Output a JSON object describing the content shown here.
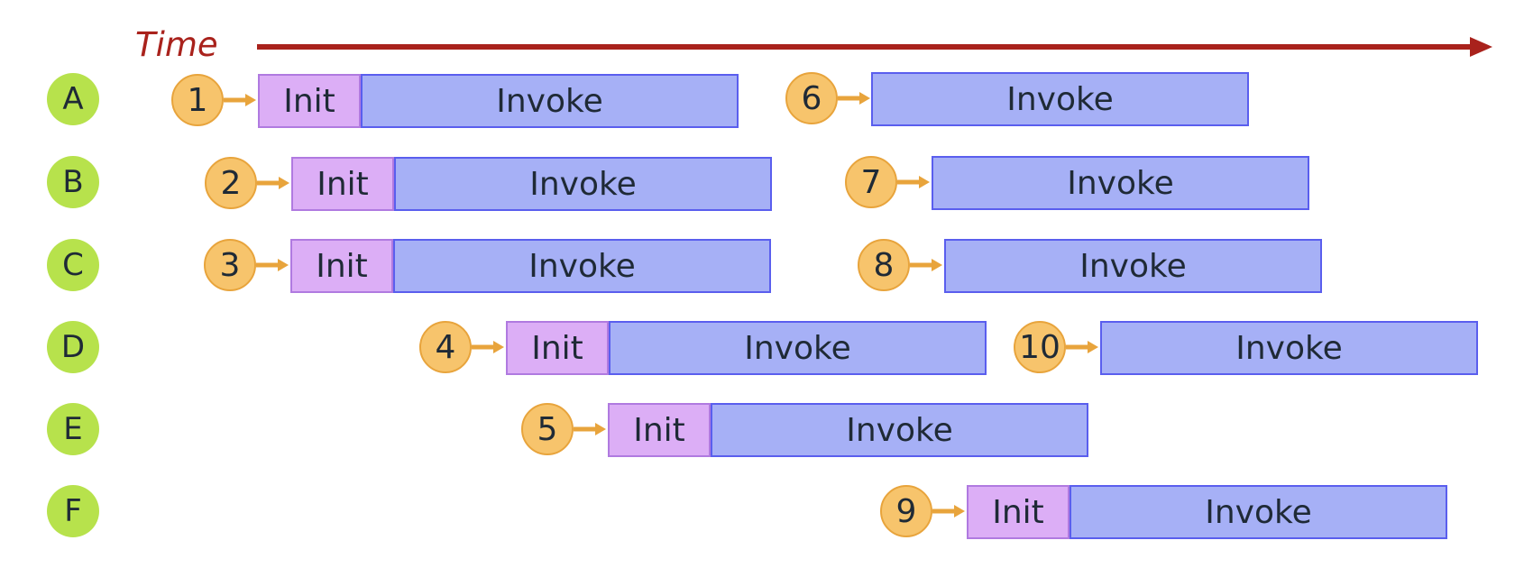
{
  "time_label": "Time",
  "colors": {
    "time_arrow": "#a9221c",
    "row_badge": "#b7e24c",
    "step_fill": "#f7c46c",
    "step_arrow": "#e8a43c",
    "init_fill": "#dcaef6",
    "invoke_fill": "#a6b0f6"
  },
  "rows": [
    {
      "label": "A",
      "requests": [
        {
          "num": "1",
          "init": "Init",
          "invoke": "Invoke"
        },
        {
          "num": "6",
          "init": null,
          "invoke": "Invoke"
        }
      ]
    },
    {
      "label": "B",
      "requests": [
        {
          "num": "2",
          "init": "Init",
          "invoke": "Invoke"
        },
        {
          "num": "7",
          "init": null,
          "invoke": "Invoke"
        }
      ]
    },
    {
      "label": "C",
      "requests": [
        {
          "num": "3",
          "init": "Init",
          "invoke": "Invoke"
        },
        {
          "num": "8",
          "init": null,
          "invoke": "Invoke"
        }
      ]
    },
    {
      "label": "D",
      "requests": [
        {
          "num": "4",
          "init": "Init",
          "invoke": "Invoke"
        },
        {
          "num": "10",
          "init": null,
          "invoke": "Invoke"
        }
      ]
    },
    {
      "label": "E",
      "requests": [
        {
          "num": "5",
          "init": "Init",
          "invoke": "Invoke"
        }
      ]
    },
    {
      "label": "F",
      "requests": [
        {
          "num": "9",
          "init": "Init",
          "invoke": "Invoke"
        }
      ]
    }
  ]
}
